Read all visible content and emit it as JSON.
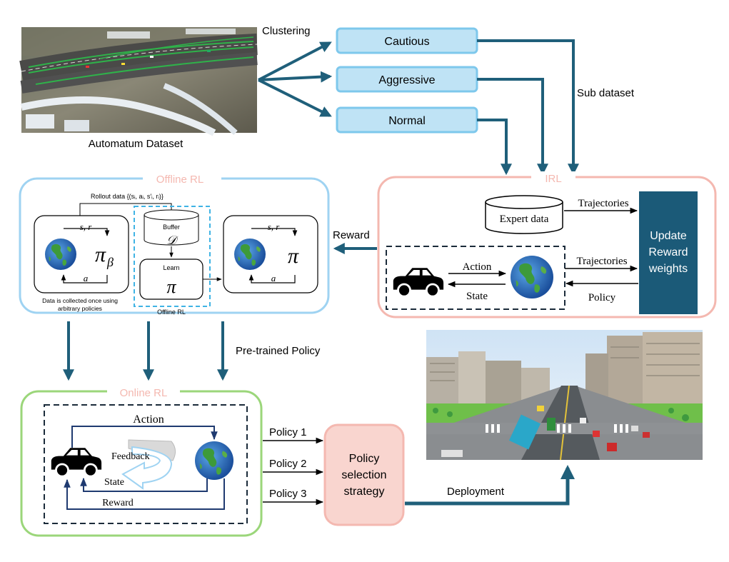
{
  "dataset": {
    "clustering_label": "Clustering",
    "caption": "Automatum Dataset"
  },
  "clusters": [
    "Cautious",
    "Aggressive",
    "Normal"
  ],
  "sub_dataset_label": "Sub dataset",
  "irl": {
    "title": "IRL",
    "expert_data": "Expert data",
    "trajectories_1": "Trajectories",
    "trajectories_2": "Trajectories",
    "policy": "Policy",
    "action": "Action",
    "state": "State",
    "update_box": "Update Reward weights"
  },
  "reward_label": "Reward",
  "offline": {
    "title": "Offline RL",
    "rollout": "Rollout data {(sᵢ, aᵢ, s′ᵢ, rᵢ)}",
    "sr_left": "s, r",
    "a_left": "a",
    "pi_beta": "π",
    "beta": "β",
    "buffer_title": "Buffer",
    "buffer_symbol": "𝒟",
    "learn_title": "Learn",
    "learn_pi": "π",
    "sr_right": "s, r",
    "a_right": "a",
    "pi_right": "π",
    "note_line1": "Data is collected once using",
    "note_line2": "arbitrary policies",
    "sub_label": "Offline RL"
  },
  "pretrained_label": "Pre-trained Policy",
  "online": {
    "title": "Online RL",
    "action": "Action",
    "feedback": "Feedback",
    "state": "State",
    "reward": "Reward"
  },
  "policies": [
    "Policy 1",
    "Policy 2",
    "Policy 3"
  ],
  "selection_box": "Policy selection strategy",
  "deployment_label": "Deployment",
  "colors": {
    "arrow": "#1f5f7a",
    "cluster_fill": "#bfe3f5",
    "cluster_border": "#7ec8ec",
    "irl_border": "#f4b8b0",
    "offline_border": "#9fd3f2",
    "online_border": "#9bd67a",
    "update_fill": "#1b5a78",
    "selection_fill": "#f9d5cf"
  }
}
